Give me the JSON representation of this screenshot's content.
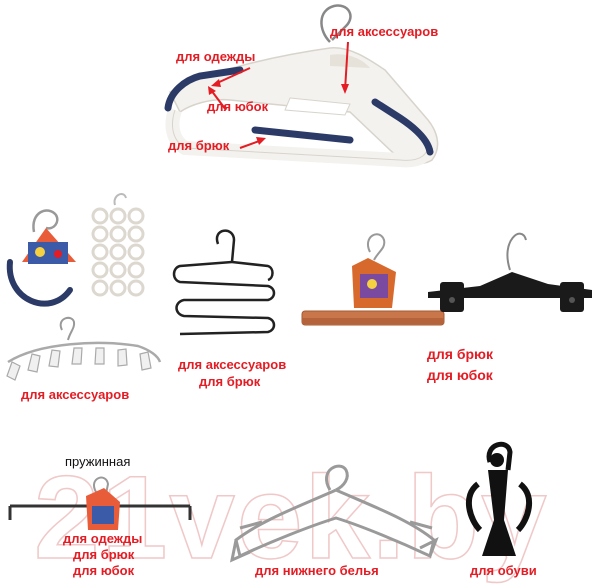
{
  "top_hanger": {
    "label_clothes": "для одежды",
    "label_accessories": "для аксессуаров",
    "label_skirts": "для юбок",
    "label_trousers": "для брюк"
  },
  "middle": {
    "label_accessories_left": "для аксессуаров",
    "label_accessories_trousers_1": "для аксессуаров",
    "label_accessories_trousers_2": "для брюк",
    "label_trousers_skirts_1": "для брюк",
    "label_trousers_skirts_2": "для юбок"
  },
  "bottom": {
    "label_spring": "пружинная",
    "label_clothes_1": "для одежды",
    "label_clothes_2": "для брюк",
    "label_clothes_3": "для юбок",
    "label_underwear": "для нижнего белья",
    "label_shoes": "для обуви"
  },
  "colors": {
    "accent": "#e41c24",
    "navy": "#2b3a67"
  }
}
